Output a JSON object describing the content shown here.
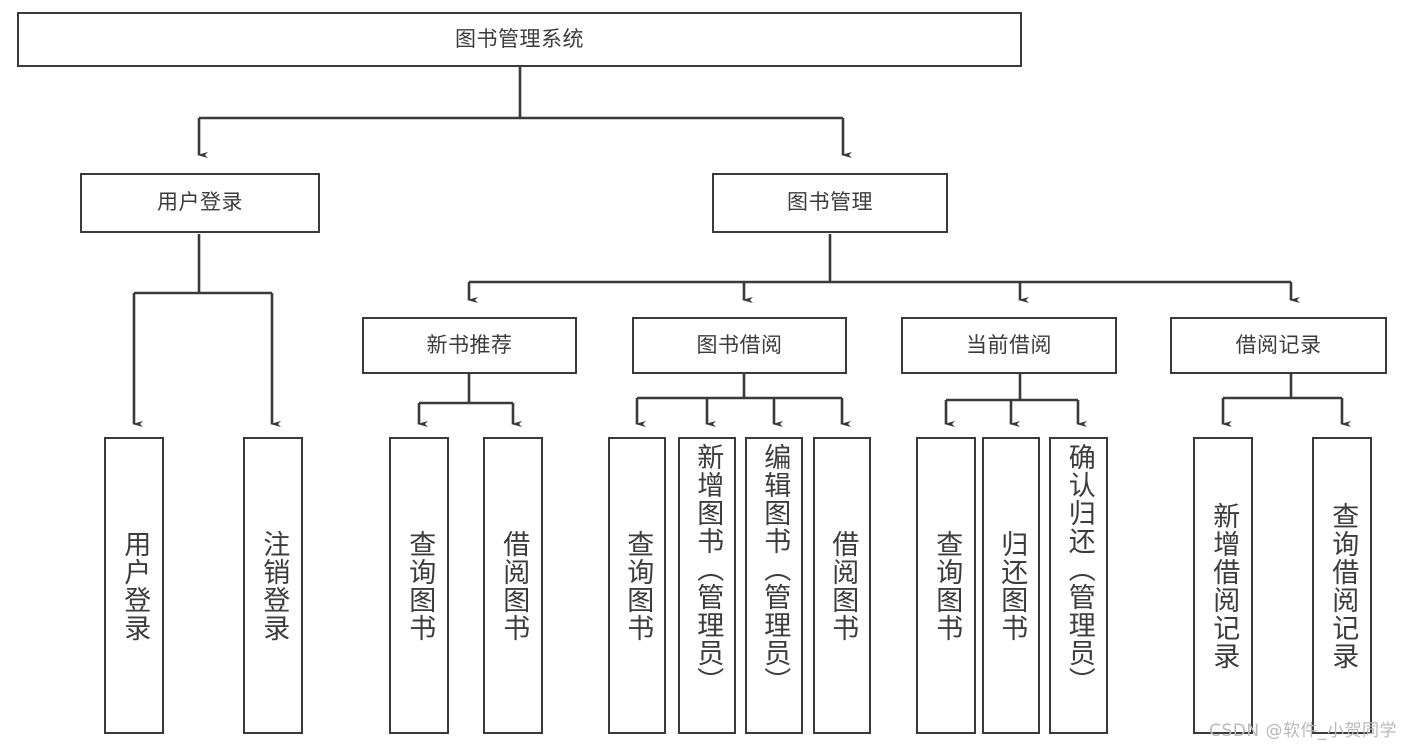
{
  "diagram": {
    "title": "图书管理系统",
    "type": "tree-hierarchy",
    "watermark": "CSDN @软件_小贺同学",
    "line_color": "#3a3a3a",
    "text_color": "#3c3c3c",
    "background": "#ffffff",
    "nodes": {
      "root": {
        "label": "图书管理系统",
        "orientation": "horizontal"
      },
      "level2": [
        {
          "label": "用户登录",
          "orientation": "horizontal"
        },
        {
          "label": "图书管理",
          "orientation": "horizontal"
        }
      ],
      "level3": [
        {
          "label": "新书推荐",
          "orientation": "horizontal"
        },
        {
          "label": "图书借阅",
          "orientation": "horizontal"
        },
        {
          "label": "当前借阅",
          "orientation": "horizontal"
        },
        {
          "label": "借阅记录",
          "orientation": "horizontal"
        }
      ],
      "leaves": {
        "user_login": [
          {
            "label": "用户登录",
            "orientation": "vertical",
            "align": "middle"
          },
          {
            "label": "注销登录",
            "orientation": "vertical",
            "align": "middle"
          }
        ],
        "new_book_recommend": [
          {
            "label": "查询图书",
            "orientation": "vertical",
            "align": "middle"
          },
          {
            "label": "借阅图书",
            "orientation": "vertical",
            "align": "middle"
          }
        ],
        "book_borrow": [
          {
            "label": "查询图书",
            "orientation": "vertical",
            "align": "middle"
          },
          {
            "label": "新增图书（管理员）",
            "orientation": "vertical",
            "align": "top"
          },
          {
            "label": "编辑图书（管理员）",
            "orientation": "vertical",
            "align": "top"
          },
          {
            "label": "借阅图书",
            "orientation": "vertical",
            "align": "middle"
          }
        ],
        "current_borrow": [
          {
            "label": "查询图书",
            "orientation": "vertical",
            "align": "middle"
          },
          {
            "label": "归还图书",
            "orientation": "vertical",
            "align": "middle"
          },
          {
            "label": "确认归还（管理员）",
            "orientation": "vertical",
            "align": "top"
          }
        ],
        "borrow_record": [
          {
            "label": "新增借阅记录",
            "orientation": "vertical",
            "align": "middle"
          },
          {
            "label": "查询借阅记录",
            "orientation": "vertical",
            "align": "middle"
          }
        ]
      }
    },
    "edges": [
      {
        "from": "图书管理系统",
        "to": "用户登录"
      },
      {
        "from": "图书管理系统",
        "to": "图书管理"
      },
      {
        "from": "用户登录",
        "to": "用户登录"
      },
      {
        "from": "用户登录",
        "to": "注销登录"
      },
      {
        "from": "图书管理",
        "to": "新书推荐"
      },
      {
        "from": "图书管理",
        "to": "图书借阅"
      },
      {
        "from": "图书管理",
        "to": "当前借阅"
      },
      {
        "from": "图书管理",
        "to": "借阅记录"
      },
      {
        "from": "新书推荐",
        "to": "查询图书"
      },
      {
        "from": "新书推荐",
        "to": "借阅图书"
      },
      {
        "from": "图书借阅",
        "to": "查询图书"
      },
      {
        "from": "图书借阅",
        "to": "新增图书（管理员）"
      },
      {
        "from": "图书借阅",
        "to": "编辑图书（管理员）"
      },
      {
        "from": "图书借阅",
        "to": "借阅图书"
      },
      {
        "from": "当前借阅",
        "to": "查询图书"
      },
      {
        "from": "当前借阅",
        "to": "归还图书"
      },
      {
        "from": "当前借阅",
        "to": "确认归还（管理员）"
      },
      {
        "from": "借阅记录",
        "to": "新增借阅记录"
      },
      {
        "from": "借阅记录",
        "to": "查询借阅记录"
      }
    ]
  }
}
